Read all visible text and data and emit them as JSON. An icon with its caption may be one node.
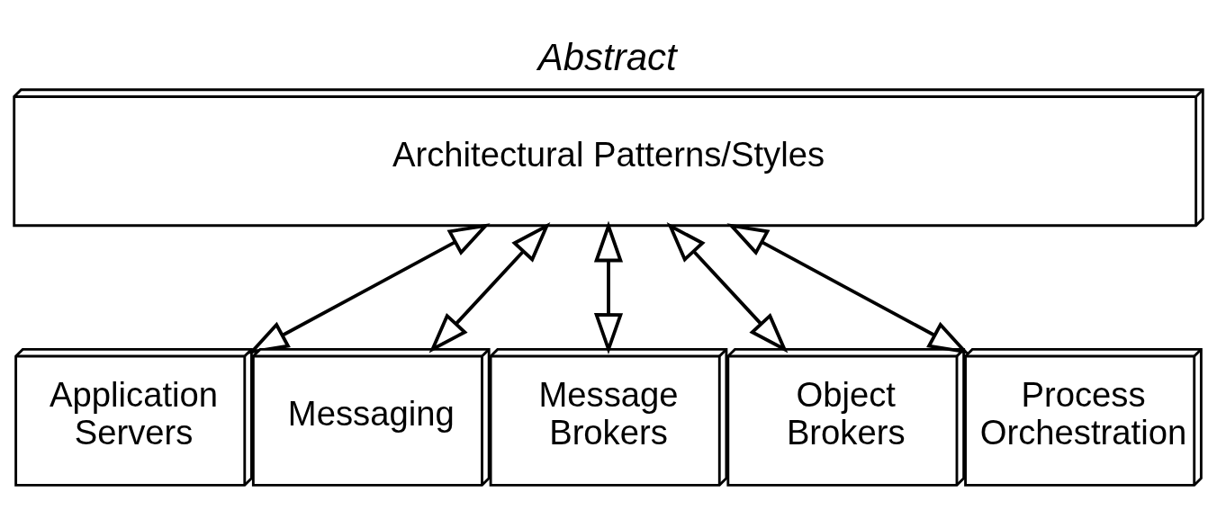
{
  "diagram": {
    "title": "Abstract",
    "nodes": [
      {
        "text": [
          "Architectural Patterns/Styles"
        ]
      },
      {
        "text": [
          "Application Servers"
        ]
      },
      {
        "text": [
          "Messaging"
        ]
      },
      {
        "text": [
          "Message Brokers"
        ]
      },
      {
        "text": [
          "Object Brokers"
        ]
      },
      {
        "text": [
          "Process Orchestration"
        ]
      }
    ],
    "edges": [
      {
        "from": 0,
        "to": 1,
        "arrow": "both"
      },
      {
        "from": 0,
        "to": 2,
        "arrow": "both"
      },
      {
        "from": 0,
        "to": 3,
        "arrow": "both"
      },
      {
        "from": 0,
        "to": 4,
        "arrow": "both"
      },
      {
        "from": 0,
        "to": 5,
        "arrow": "both"
      }
    ]
  }
}
